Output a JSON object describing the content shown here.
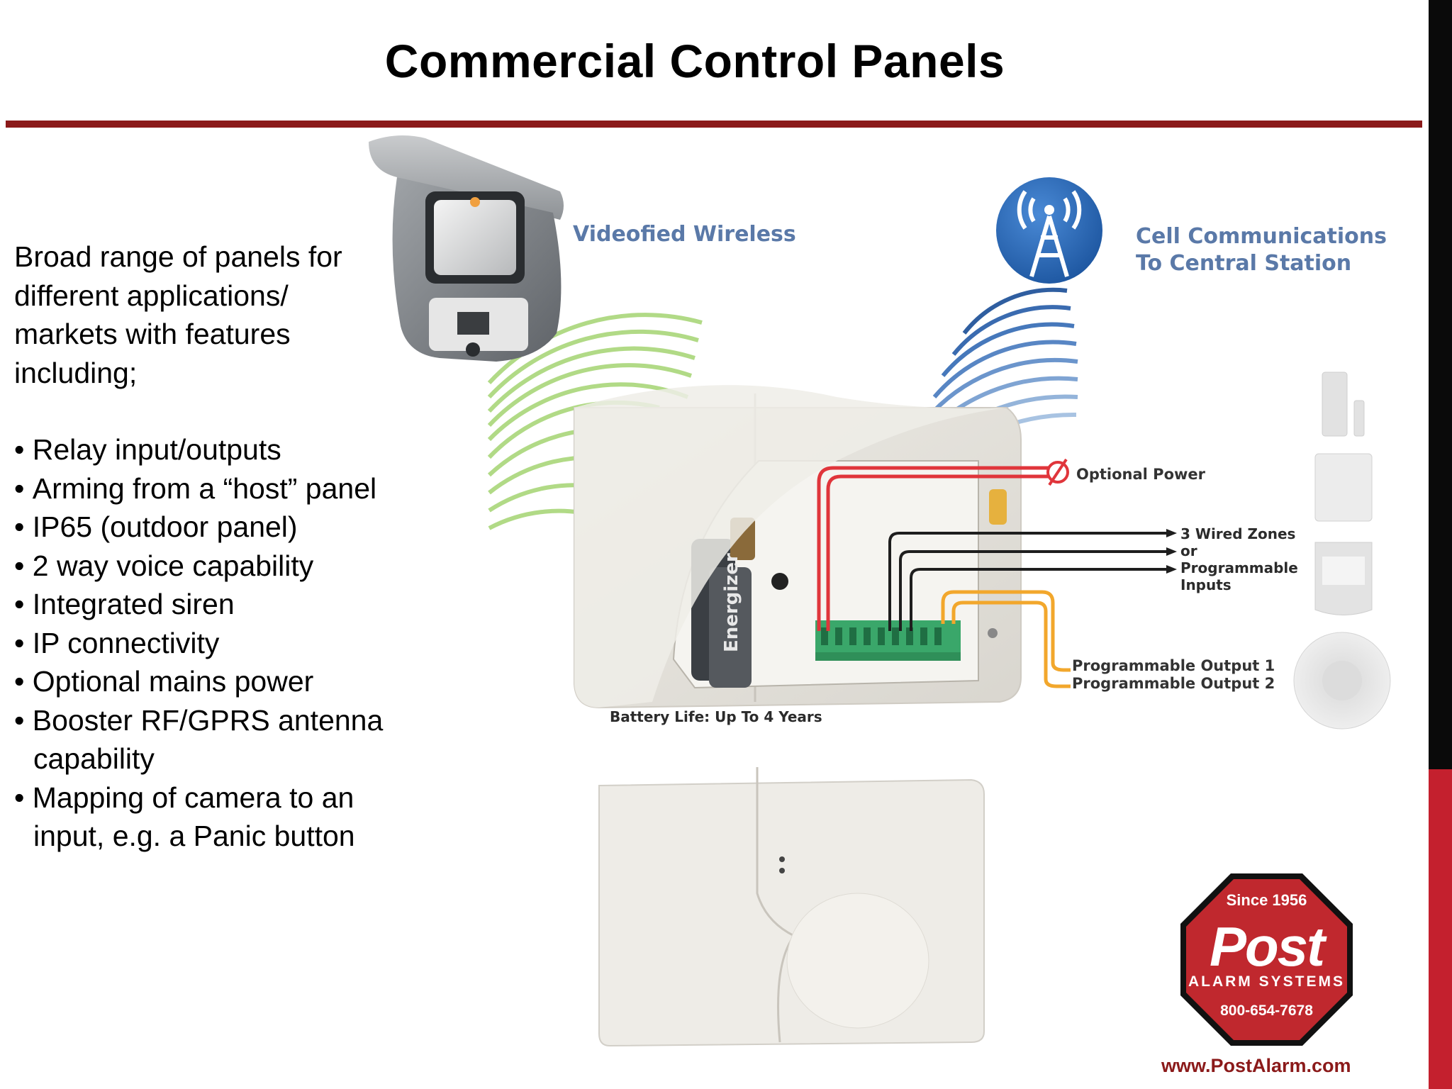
{
  "slide": {
    "title": "Commercial Control Panels",
    "intro": "Broad range of panels for different applications/ markets with features including;",
    "bullets": [
      "Relay input/outputs",
      "Arming from a “host” panel",
      "IP65 (outdoor panel)",
      "2 way voice capability",
      "Integrated siren",
      "IP connectivity",
      "Optional mains power",
      "Booster RF/GPRS antenna capability",
      "Mapping of camera to an input, e.g. a Panic button"
    ]
  },
  "diagram": {
    "videofied_label": "Videofied Wireless",
    "cell_label_line1": "Cell Communications",
    "cell_label_line2": "To Central Station",
    "optional_power": "Optional Power",
    "wired_zones_line1": "3 Wired Zones",
    "wired_zones_line2": "or",
    "wired_zones_line3": "Programmable",
    "wired_zones_line4": "Inputs",
    "output1": "Programmable Output 1",
    "output2": "Programmable Output 2",
    "battery_life": "Battery Life: Up To 4 Years",
    "battery_brand": "Energizer",
    "colors": {
      "wireless_green": "#8cc94f",
      "cell_blue": "#2f6fb8",
      "power_red": "#e0353b",
      "zones_black": "#1e1e1e",
      "output_orange": "#f2a72c"
    }
  },
  "logo": {
    "since": "Since 1956",
    "name": "Post",
    "subtitle": "ALARM SYSTEMS",
    "phone": "800-654-7678"
  },
  "footer": {
    "url": "www.PostAlarm.com"
  },
  "theme": {
    "accent_red": "#8b1a1a"
  }
}
